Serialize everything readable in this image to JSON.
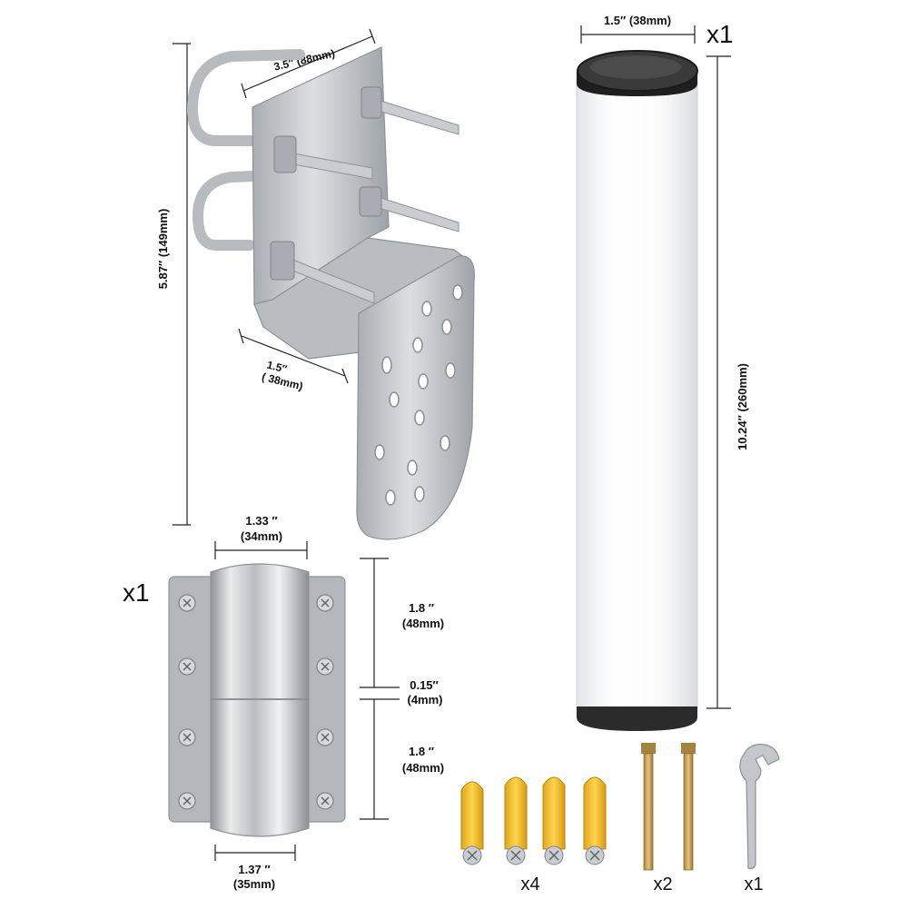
{
  "bracket": {
    "width_label": "3.5″ (88mm)",
    "height_label": "5.87″ (149mm)",
    "depth_label_in": "1.5″",
    "depth_label_mm": "( 38mm)"
  },
  "pole": {
    "diameter_label": "1.5″ (38mm)",
    "length_label": "10.24″ (260mm)",
    "quantity": "x1"
  },
  "clamp": {
    "quantity": "x1",
    "top_width_in": "1.33 ″",
    "top_width_mm": "(34mm)",
    "bottom_width_in": "1.37 ″",
    "bottom_width_mm": "(35mm)",
    "upper_len_in": "1.8 ″",
    "upper_len_mm": "(48mm)",
    "gap_in": "0.15″",
    "gap_mm": "(4mm)",
    "lower_len_in": "1.8 ″",
    "lower_len_mm": "(48mm)"
  },
  "accessories": {
    "anchors_qty": "x4",
    "bolts_qty": "x2",
    "wrench_qty": "x1"
  },
  "colors": {
    "steel": "#c3c7cc",
    "steel_dark": "#8d9298",
    "pole_white": "#f7f8f9",
    "cap_black": "#2b2b2b",
    "anchor_yellow": "#f2c230",
    "bolt_gold": "#caa55a"
  }
}
